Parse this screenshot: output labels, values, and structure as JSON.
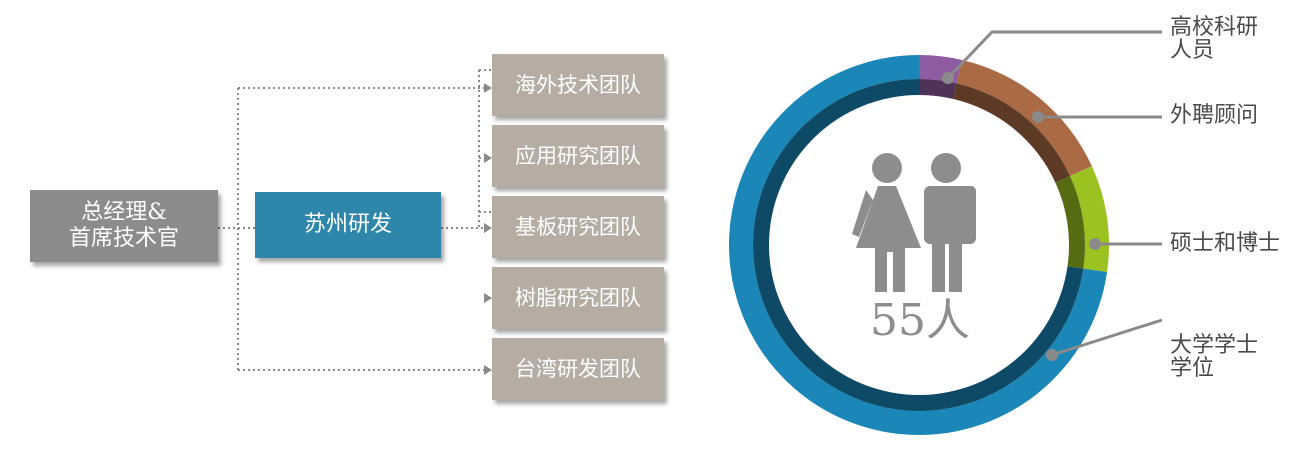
{
  "org": {
    "ceo_line1": "总经理&",
    "ceo_line2": "首席技术官",
    "rd": "苏州研发",
    "teams": [
      "海外技术团队",
      "应用研究团队",
      "基板研究团队",
      "树脂研究团队",
      "台湾研发团队"
    ]
  },
  "chart_data": {
    "type": "pie",
    "total_label": "55人",
    "categories": [
      "高校科研人员",
      "外聘顾问",
      "硕士和博士",
      "大学学士学位"
    ],
    "values": [
      2,
      8,
      5,
      40
    ],
    "colors": [
      "#8e5aa0",
      "#a96a44",
      "#9cc221",
      "#1a87b8"
    ],
    "icon": "couple-people-icon"
  },
  "labels": {
    "faculty_line1": "高校科研",
    "faculty_line2": "人员",
    "consultant": "外聘顾问",
    "masters_phd": "硕士和博士",
    "bachelor_line1": "大学学士",
    "bachelor_line2": "学位"
  }
}
